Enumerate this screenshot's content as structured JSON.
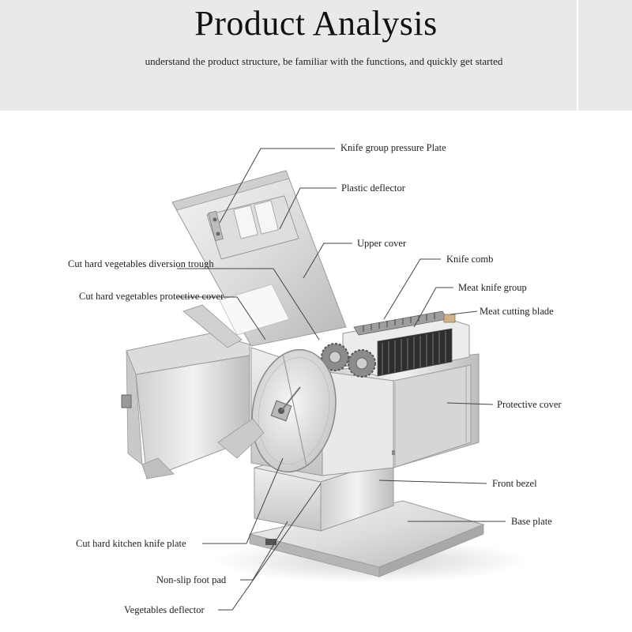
{
  "header": {
    "title": "Product Analysis",
    "subtitle": "understand the product structure, be familiar with the functions, and quickly get started"
  },
  "labels": {
    "knife_group_pressure_plate": "Knife group pressure Plate",
    "plastic_deflector": "Plastic deflector",
    "upper_cover": "Upper cover",
    "knife_comb": "Knife comb",
    "meat_knife_group": "Meat knife group",
    "meat_cutting_blade": "Meat cutting blade",
    "cut_hard_vegetables_diversion_trough": "Cut hard vegetables diversion trough",
    "cut_hard_vegetables_protective_cover": "Cut hard vegetables protective cover",
    "protective_cover": "Protective cover",
    "front_bezel": "Front bezel",
    "base_plate": "Base plate",
    "cut_hard_kitchen_knife_plate": "Cut hard kitchen knife plate",
    "non_slip_foot_pad": "Non-slip foot pad",
    "vegetables_deflector": "Vegetables deflector"
  },
  "colors": {
    "header_bg": "#e9e9e9",
    "steel_light": "#e6e6e6",
    "steel_mid": "#c9c9c9",
    "steel_dark": "#8a8a8a",
    "leader_line": "#444444"
  }
}
